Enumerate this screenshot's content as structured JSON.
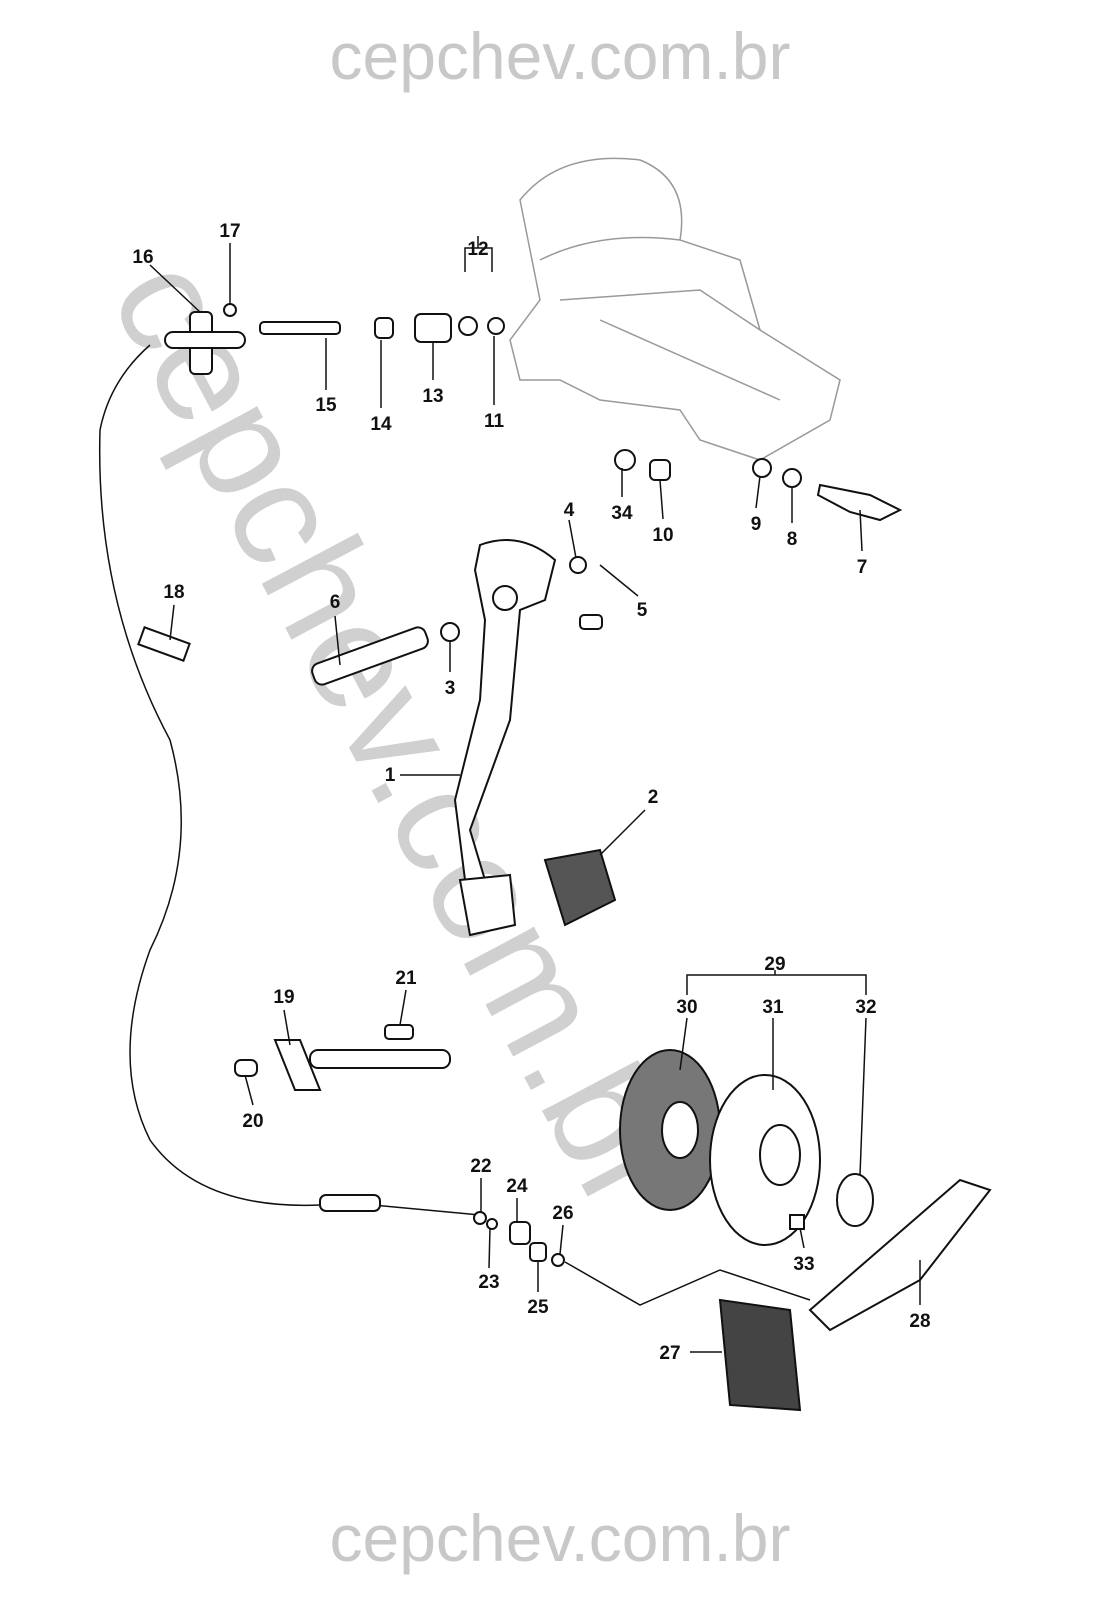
{
  "watermark": {
    "top": "cepchev.com.br",
    "bottom": "cepchev.com.br",
    "diagonal": "cepchev.com.br"
  },
  "part_labels": [
    "17",
    "16",
    "12",
    "15",
    "14",
    "13",
    "11",
    "34",
    "10",
    "9",
    "8",
    "7",
    "4",
    "5",
    "18",
    "6",
    "3",
    "1",
    "2",
    "29",
    "30",
    "31",
    "32",
    "21",
    "19",
    "20",
    "22",
    "24",
    "26",
    "23",
    "25",
    "33",
    "28",
    "27"
  ]
}
